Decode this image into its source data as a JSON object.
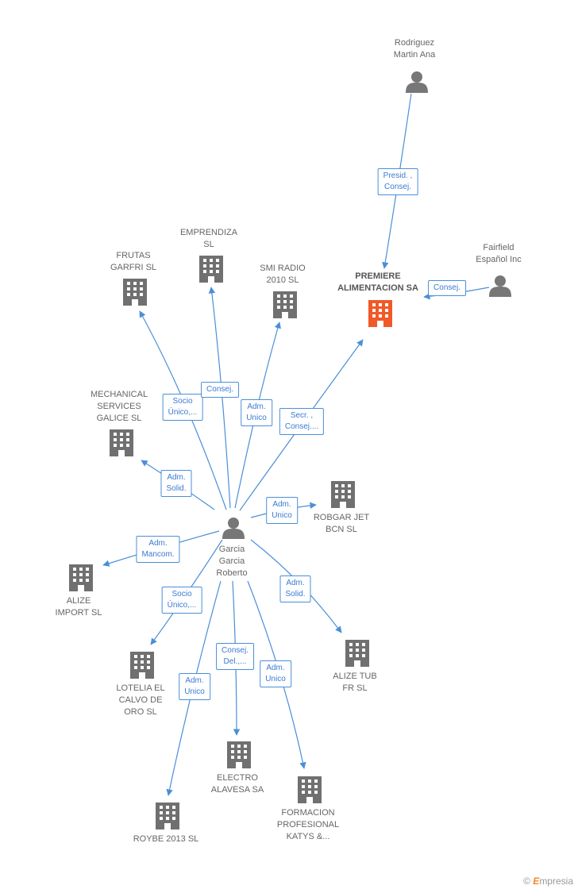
{
  "colors": {
    "edge": "#4a8fd8",
    "building": "#707070",
    "main_building": "#f05a28",
    "person": "#777777"
  },
  "main_company": {
    "label": "PREMIERE\nALIMENTACION SA",
    "icon": "building-icon"
  },
  "persons": [
    {
      "id": "rodriguez",
      "label": "Rodriguez\nMartin Ana",
      "icon": "person-icon"
    },
    {
      "id": "fairfield",
      "label": "Fairfield\nEspañol Inc",
      "icon": "person-icon"
    },
    {
      "id": "garcia",
      "label": "Garcia\nGarcia\nRoberto",
      "icon": "person-icon"
    }
  ],
  "companies": [
    {
      "id": "frutas",
      "label": "FRUTAS\nGARFRI SL"
    },
    {
      "id": "emprendiza",
      "label": "EMPRENDIZA\nSL"
    },
    {
      "id": "smi",
      "label": "SMI RADIO\n2010 SL"
    },
    {
      "id": "mechanical",
      "label": "MECHANICAL\nSERVICES\nGALICE SL"
    },
    {
      "id": "robgar",
      "label": "ROBGAR JET\nBCN SL"
    },
    {
      "id": "alize_import",
      "label": "ALIZE\nIMPORT SL"
    },
    {
      "id": "lotelia",
      "label": "LOTELIA EL\nCALVO DE\nORO SL"
    },
    {
      "id": "alize_tub",
      "label": "ALIZE TUB\nFR SL"
    },
    {
      "id": "electro",
      "label": "ELECTRO\nALAVESA SA"
    },
    {
      "id": "formacion",
      "label": "FORMACION\nPROFESIONAL\nKATYS &..."
    },
    {
      "id": "roybe",
      "label": "ROYBE 2013 SL"
    }
  ],
  "relations": [
    {
      "id": "r_rodriguez",
      "label": "Presid. ,\nConsej."
    },
    {
      "id": "r_fairfield",
      "label": "Consej."
    },
    {
      "id": "r_frutas",
      "label": "Socio\nÚnico,..."
    },
    {
      "id": "r_emprendiza",
      "label": "Consej."
    },
    {
      "id": "r_smi",
      "label": "Adm.\nUnico"
    },
    {
      "id": "r_premiere",
      "label": "Secr. ,\nConsej...."
    },
    {
      "id": "r_mechanical",
      "label": "Adm.\nSolid."
    },
    {
      "id": "r_robgar",
      "label": "Adm.\nUnico"
    },
    {
      "id": "r_alize_import",
      "label": "Adm.\nMancom."
    },
    {
      "id": "r_lotelia",
      "label": "Socio\nÚnico,..."
    },
    {
      "id": "r_alize_tub",
      "label": "Adm.\nSolid."
    },
    {
      "id": "r_electro",
      "label": "Consej.\nDel.,..."
    },
    {
      "id": "r_formacion",
      "label": "Adm.\nUnico"
    },
    {
      "id": "r_roybe",
      "label": "Adm.\nUnico"
    }
  ],
  "watermark": {
    "copyright": "©",
    "brand_first": "E",
    "brand_rest": "mpresia"
  }
}
